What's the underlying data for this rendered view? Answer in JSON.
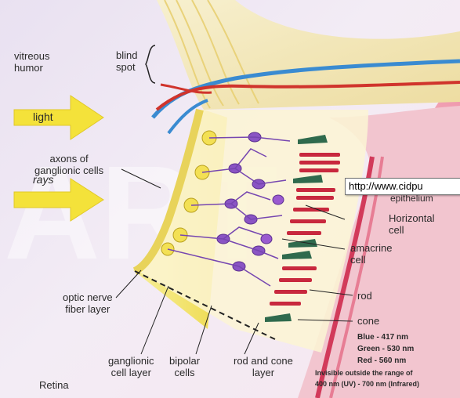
{
  "diagram": {
    "labels": {
      "vitreous_humor": "vitreous\nhumor",
      "blind_spot": "blind\nspot",
      "light": "light",
      "axons": "axons of\nganglionic cells",
      "rays": "rays",
      "epithelium": "epithelium",
      "horizontal_cell": "Horizontal\ncell",
      "amacrine_cell": "amacrine\ncell",
      "rod": "rod",
      "cone": "cone",
      "optic_nerve_layer": "optic nerve\nfiber layer",
      "ganglionic_layer": "ganglionic\ncell layer",
      "bipolar_cells": "bipolar\ncells",
      "rod_cone_layer": "rod and cone\nlayer",
      "retina": "Retina"
    },
    "wavelengths": {
      "blue": "Blue - 417 nm",
      "green": "Green - 530 nm",
      "red": "Red - 560 nm",
      "invisible_note": "Invisible outside the range of",
      "range": "400 nm (UV) - 700 nm (Infrared)"
    },
    "watermark": "ART"
  },
  "tooltip": {
    "text": "http://www.cidpu"
  },
  "colors": {
    "layer_yellow": "#f2e36a",
    "nerve_cream": "#f5ecc0",
    "rod_red": "#c8283e",
    "cone_green": "#2f6a4d",
    "neuron_purple": "#8a54c4",
    "sclera_pink": "#f3b6c6",
    "arrow_yellow": "#f4e23a",
    "vessel_blue": "#3a8bd1",
    "vessel_red": "#d0342c"
  }
}
